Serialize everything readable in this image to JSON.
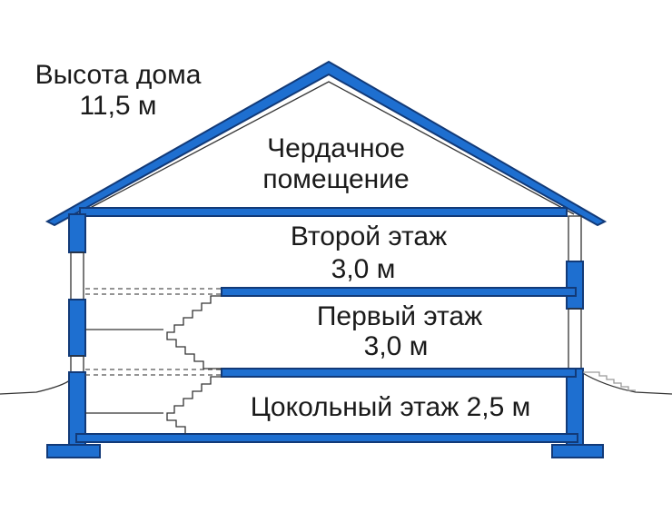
{
  "house_height": {
    "line1": "Высота дома",
    "line2": "11,5 м"
  },
  "attic": {
    "line1": "Чердачное",
    "line2": "помещение"
  },
  "second_floor": {
    "line1": "Второй этаж",
    "line2": "3,0 м"
  },
  "first_floor": {
    "line1": "Первый этаж",
    "line2": "3,0 м"
  },
  "basement": {
    "label": "Цокольный этаж 2,5 м"
  },
  "colors": {
    "structure": "#1e6fd0",
    "outline": "#123a78",
    "text": "#1a1a1a"
  }
}
